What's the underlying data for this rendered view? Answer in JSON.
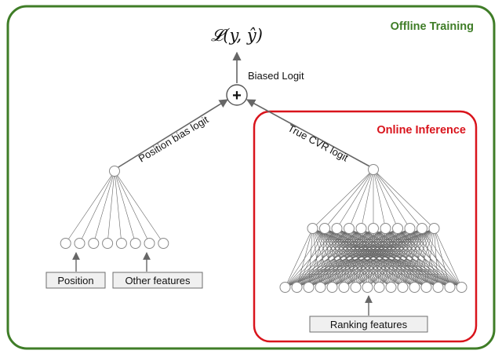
{
  "colors": {
    "offline_border": "#3f7d27",
    "online_border": "#d9141c",
    "node_stroke": "#8a8a8a",
    "edge": "#666666",
    "box_fill": "#f0f0f0",
    "box_stroke": "#6e6e6e"
  },
  "offline": {
    "title": "Offline Training"
  },
  "online": {
    "title": "Online Inference"
  },
  "loss": {
    "text": "𝓛(y, ŷ)"
  },
  "sum_node": {
    "symbol": "+"
  },
  "labels": {
    "biased_logit": "Biased Logit",
    "position_bias_logit": "Position bias logit",
    "true_cvr_logit": "True CVR logit"
  },
  "left_network": {
    "inputs": [
      {
        "label": "Position"
      },
      {
        "label": "Other features"
      }
    ]
  },
  "right_network": {
    "inputs": [
      {
        "label": "Ranking features"
      }
    ]
  },
  "watermark": {
    "text": ""
  }
}
